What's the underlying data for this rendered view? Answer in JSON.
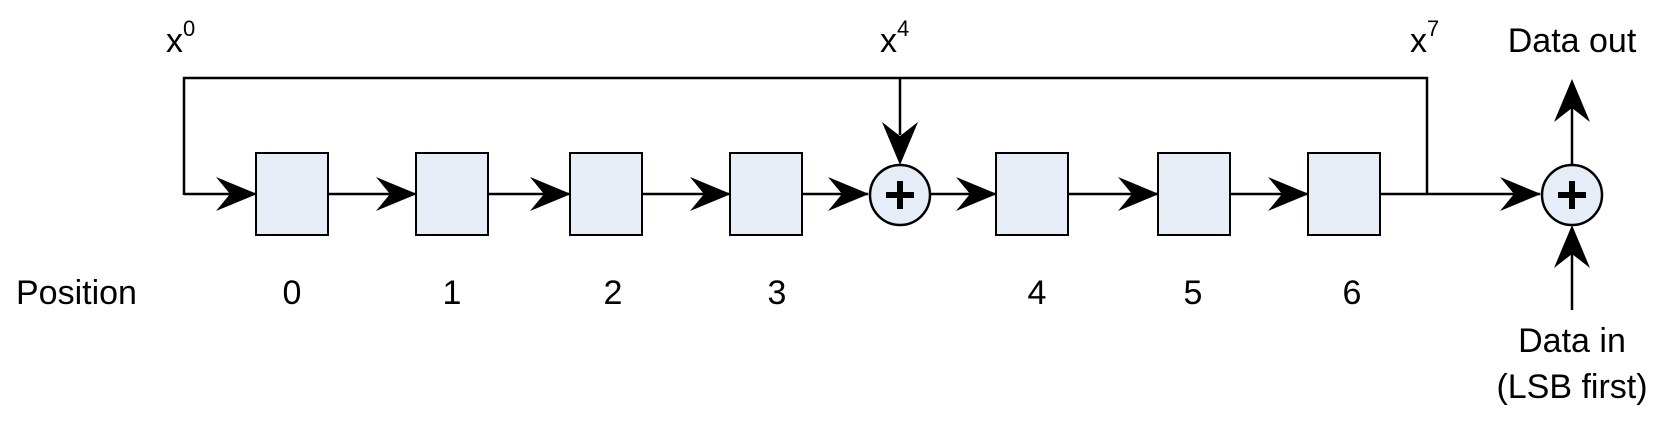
{
  "taps": [
    {
      "base": "x",
      "exp": "0"
    },
    {
      "base": "x",
      "exp": "4"
    },
    {
      "base": "x",
      "exp": "7"
    }
  ],
  "position_label": "Position",
  "positions": [
    "0",
    "1",
    "2",
    "3",
    "4",
    "5",
    "6"
  ],
  "data_out_label": "Data out",
  "data_in_label": "Data in",
  "data_in_note": "(LSB first)",
  "colors": {
    "register_fill": "#e6edf7",
    "xor_fill": "#e6edf7",
    "line": "#000000"
  }
}
